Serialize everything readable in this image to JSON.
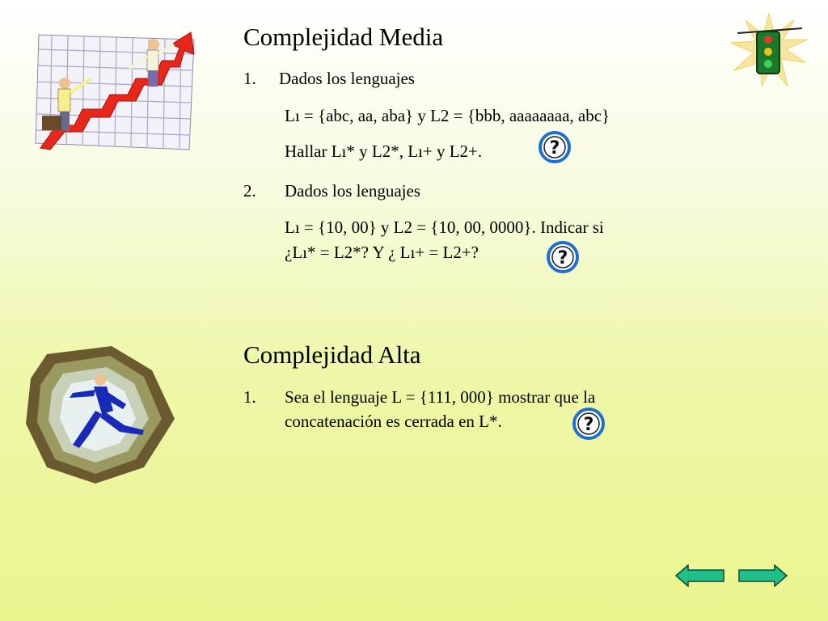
{
  "sections": [
    {
      "title": "Complejidad Media",
      "items": [
        {
          "number": "1.",
          "heading": "Dados los lenguajes",
          "lines": [
            "Lı = {abc, aa, aba} y L2 = {bbb, aaaaaaaa, abc}",
            "Hallar Lı* y L2*, Lı+ y L2+."
          ]
        },
        {
          "number": "2.",
          "heading": "Dados los lenguajes",
          "lines": [
            "Lı = {10, 00} y L2 = {10, 00, 0000}.  Indicar si",
            "¿Lı* = L2*? Y ¿ Lı+ = L2+?"
          ]
        }
      ]
    },
    {
      "title": "Complejidad Alta",
      "items": [
        {
          "number": "1.",
          "lines": [
            "Sea el lenguaje L = {111, 000} mostrar que la",
            "concatenación es cerrada en L*."
          ]
        }
      ]
    }
  ],
  "help_button_label": "?",
  "colors": {
    "question_ring": "#1e6fd0",
    "question_fill": "#ffffff",
    "nav_arrow": "#1fbf8a",
    "background_top": "#ffffff",
    "background_bottom": "#ebf58e"
  }
}
